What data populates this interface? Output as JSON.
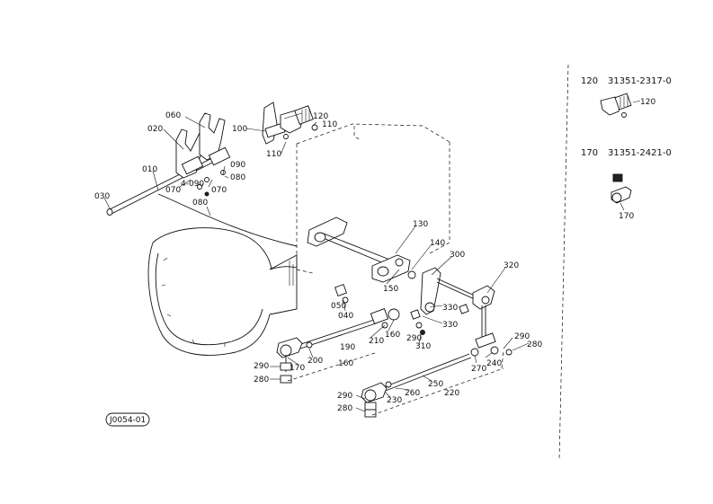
{
  "callouts": {
    "c010": "010",
    "c020": "020",
    "c030": "030",
    "c040": "040",
    "c050": "050",
    "c060": "060",
    "c070a": "070",
    "c070b": "070",
    "c080a": "080",
    "c080b": "080",
    "c090a": "090",
    "c090b": "4-090",
    "c100": "100",
    "c110a": "110",
    "c110b": "110",
    "c120": "120",
    "c130": "130",
    "c140": "140",
    "c150": "150",
    "c160a": "160",
    "c160b": "160",
    "c170": "170",
    "c190": "190",
    "c200": "200",
    "c210": "210",
    "c220": "220",
    "c230": "230",
    "c240": "240",
    "c250": "250",
    "c260": "260",
    "c270": "270",
    "c280a": "280",
    "c280b": "280",
    "c280c": "280",
    "c290a": "290",
    "c290b": "290",
    "c290c": "290",
    "c290d": "290",
    "c300": "300",
    "c310": "310",
    "c320": "320",
    "c330a": "330",
    "c330b": "330"
  },
  "sidebar": {
    "item1_num": "120",
    "item1_code": "31351-2317-0",
    "item1_callout": "120",
    "item2_num": "170",
    "item2_code": "31351-2421-0",
    "item2_callout": "170"
  },
  "stamp": "J0054-01"
}
